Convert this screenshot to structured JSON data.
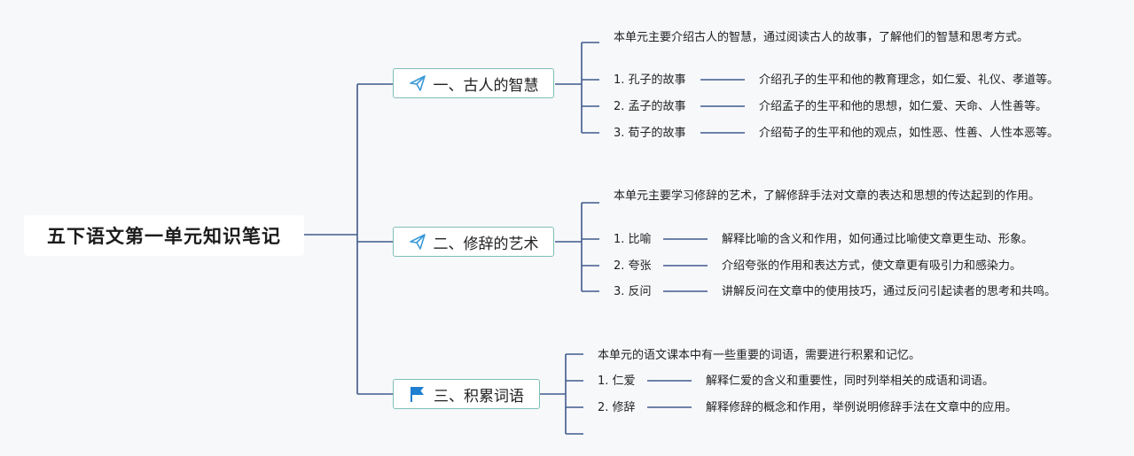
{
  "root": {
    "title": "五下语文第一单元知识笔记"
  },
  "branches": [
    {
      "title": "一、古人的智慧",
      "icon": "paper-plane-icon",
      "intro": "本单元主要介绍古人的智慧，通过阅读古人的故事，了解他们的智慧和思考方式。",
      "items": [
        {
          "label": "1. 孔子的故事",
          "desc": "介绍孔子的生平和他的教育理念，如仁爱、礼仪、孝道等。"
        },
        {
          "label": "2. 孟子的故事",
          "desc": "介绍孟子的生平和他的思想，如仁爱、天命、人性善等。"
        },
        {
          "label": "3. 荀子的故事",
          "desc": "介绍荀子的生平和他的观点，如性恶、性善、人性本恶等。"
        }
      ]
    },
    {
      "title": "二、修辞的艺术",
      "icon": "paper-plane-icon",
      "intro": "本单元主要学习修辞的艺术，了解修辞手法对文章的表达和思想的传达起到的作用。",
      "items": [
        {
          "label": "1. 比喻",
          "desc": "解释比喻的含义和作用，如何通过比喻使文章更生动、形象。"
        },
        {
          "label": "2. 夸张",
          "desc": "介绍夸张的作用和表达方式，使文章更有吸引力和感染力。"
        },
        {
          "label": "3. 反问",
          "desc": "讲解反问在文章中的使用技巧，通过反问引起读者的思考和共鸣。"
        }
      ]
    },
    {
      "title": "三、积累词语",
      "icon": "flag-icon",
      "intro": "本单元的语文课本中有一些重要的词语，需要进行积累和记忆。",
      "items": [
        {
          "label": "1. 仁爱",
          "desc": "解释仁爱的含义和重要性，同时列举相关的成语和词语。"
        },
        {
          "label": "2. 修辞",
          "desc": "解释修辞的概念和作用，举例说明修辞手法在文章中的应用。"
        }
      ]
    }
  ],
  "colors": {
    "line": "#3f5a8c",
    "branch_border": "#7fbfb5",
    "icon": "#3a9ad9",
    "background": "#f7f8fa"
  }
}
